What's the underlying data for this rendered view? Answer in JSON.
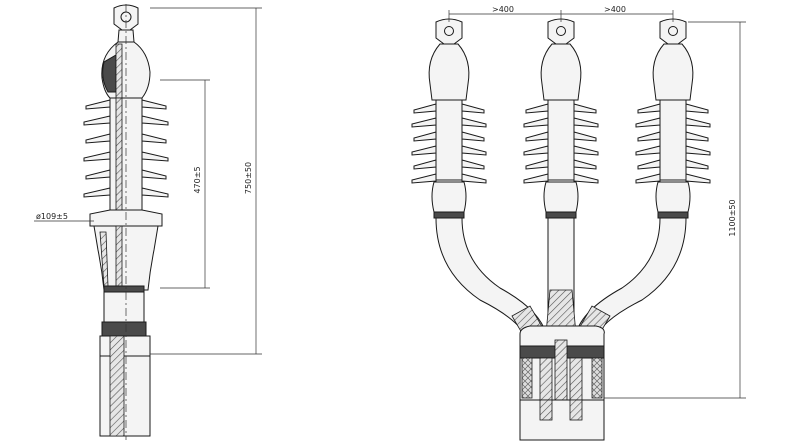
{
  "single_core": {
    "diameter_label": "ø109±5",
    "height_470_label": "470±5",
    "height_750_label": "750±50"
  },
  "three_core": {
    "spacing_left_label": ">400",
    "spacing_right_label": ">400",
    "height_label": "1100±50"
  }
}
